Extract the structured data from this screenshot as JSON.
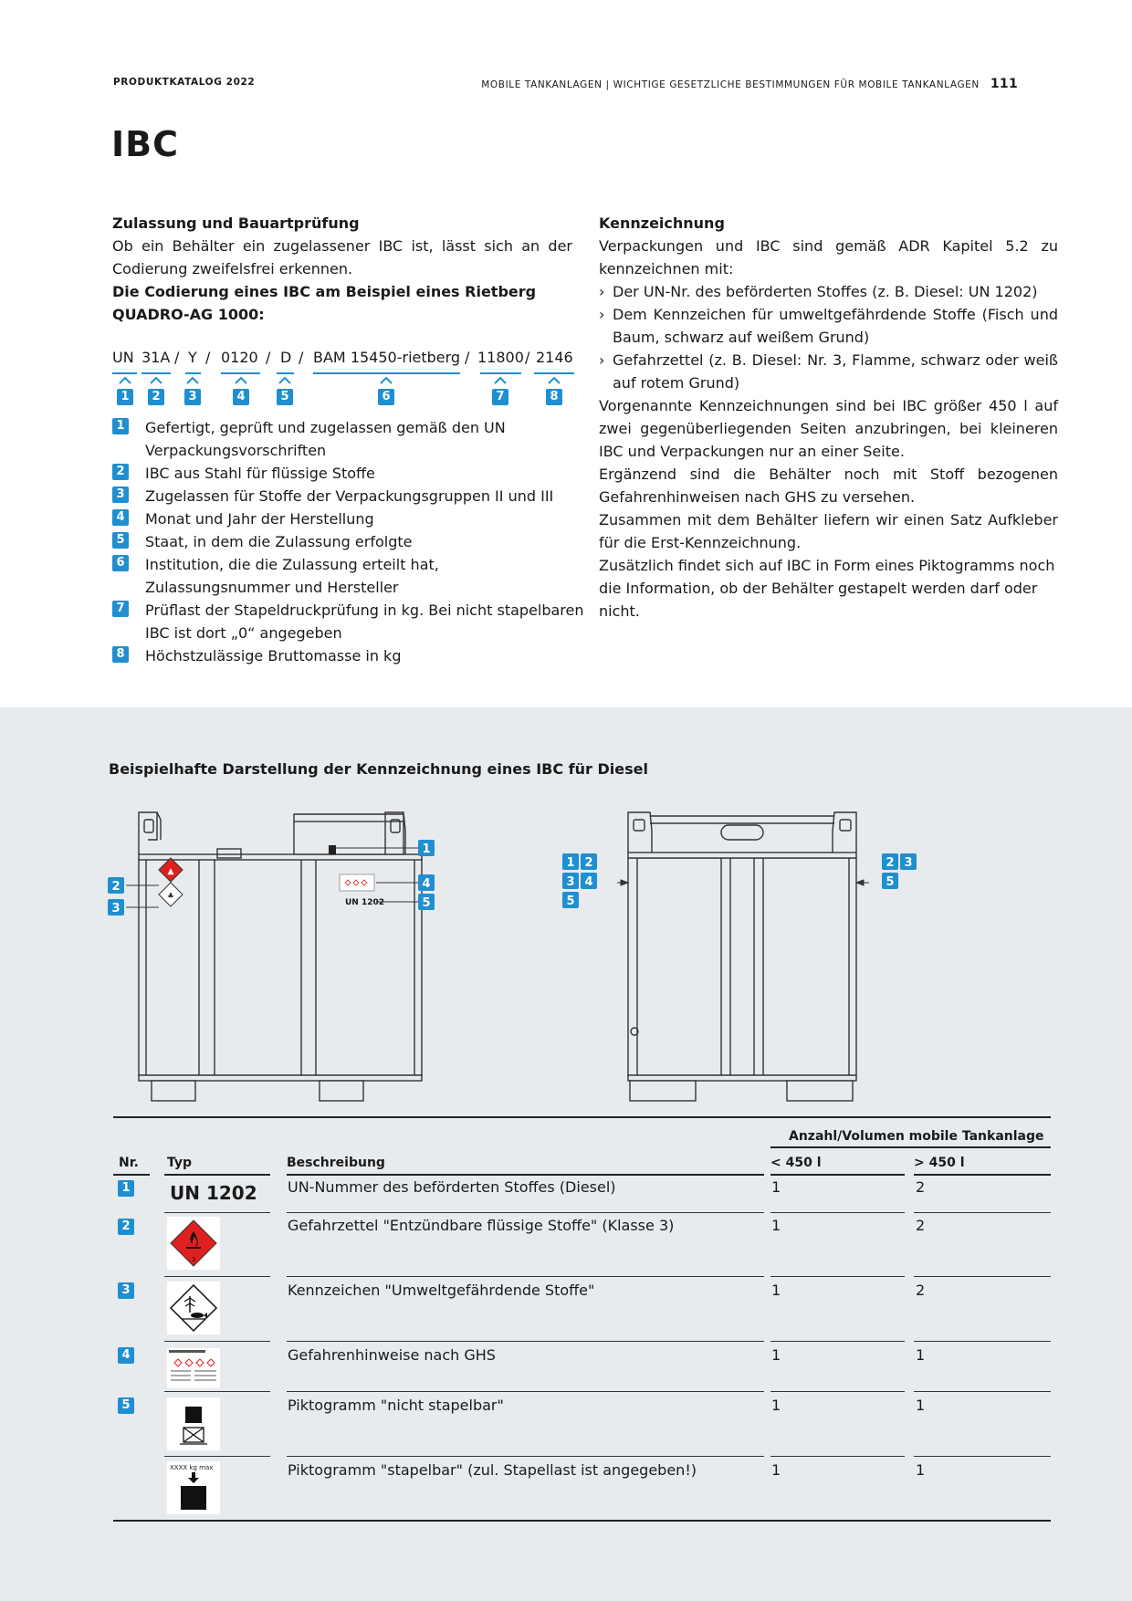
{
  "header": {
    "left": "PRODUKTKATALOG 2022",
    "right": "MOBILE TANKANLAGEN | WICHTIGE GESETZLICHE BESTIMMUNGEN FÜR MOBILE TANKANLAGEN",
    "page_number": "111"
  },
  "title": "IBC",
  "left_col": {
    "heading": "Zulassung und Bauartprüfung",
    "intro": "Ob ein Behälter ein zugelassener IBC ist, lässt sich an der Codierung zweifelsfrei erkennen.",
    "subheading": "Die Codierung eines IBC am Beispiel eines Rietberg QUADRO-AG 1000:",
    "code_segments": [
      "UN",
      "31A",
      "Y",
      "0120",
      "D",
      "BAM 15450-rietberg",
      "11800",
      "2146"
    ],
    "code_sep": "/",
    "badges": [
      "1",
      "2",
      "3",
      "4",
      "5",
      "6",
      "7",
      "8"
    ],
    "legend": [
      {
        "n": "1",
        "text": "Gefertigt, geprüft und zugelassen gemäß den UN Verpackungsvorschriften"
      },
      {
        "n": "2",
        "text": "IBC aus Stahl für flüssige Stoffe"
      },
      {
        "n": "3",
        "text": "Zugelassen für Stoffe der Verpackungsgruppen II und III"
      },
      {
        "n": "4",
        "text": "Monat und Jahr der Herstellung"
      },
      {
        "n": "5",
        "text": "Staat, in dem die Zulassung erfolgte"
      },
      {
        "n": "6",
        "text": "Institution, die die Zulassung erteilt hat, Zulassungsnummer und Hersteller"
      },
      {
        "n": "7",
        "text": "Prüflast der Stapeldruckprüfung in kg. Bei nicht stapelbaren IBC ist dort „0“ angegeben"
      },
      {
        "n": "8",
        "text": "Höchstzulässige Bruttomasse in kg"
      }
    ]
  },
  "right_col": {
    "heading": "Kennzeichnung",
    "intro": "Verpackungen und IBC sind gemäß ADR Kapitel 5.2 zu kennzeichnen mit:",
    "bullets": [
      "Der UN-Nr. des beförderten Stoffes (z. B. Diesel: UN 1202)",
      "Dem Kennzeichen für umweltgefährdende Stoffe (Fisch und Baum, schwarz auf weißem Grund)",
      "Gefahrzettel (z. B. Diesel: Nr. 3, Flamme, schwarz oder weiß auf rotem Grund)"
    ],
    "paragraphs": [
      "Vorgenannte Kennzeichnungen sind bei IBC größer 450 l auf zwei gegenüberliegenden Seiten anzubringen, bei kleineren IBC und Verpackungen nur an einer Seite.",
      "Ergänzend sind die Behälter noch mit Stoff bezogenen Gefahrenhinweisen nach GHS zu versehen.",
      "Zusammen mit dem Behälter liefern wir einen Satz Aufkleber für die Erst-Kennzeichnung.",
      "Zusätzlich findet sich auf IBC in Form eines Piktogramms noch die Information, ob der Behälter gestapelt werden darf oder nicht."
    ]
  },
  "example": {
    "title": "Beispielhafte Darstellung der Kennzeichnung eines IBC für Diesel",
    "drawing_label": "UN 1202",
    "left_callouts": [
      "1",
      "2",
      "3",
      "4",
      "5"
    ],
    "right_callouts_left": [
      "1",
      "2",
      "3",
      "4",
      "5"
    ],
    "right_callouts_right": [
      "2",
      "3",
      "5"
    ]
  },
  "table": {
    "group_header": "Anzahl/Volumen mobile Tankanlage",
    "columns": [
      "Nr.",
      "Typ",
      "Beschreibung",
      "< 450 l",
      "> 450 l"
    ],
    "rows": [
      {
        "nr": "1",
        "typ": "UN 1202",
        "pic": "un-number",
        "desc": "UN-Nummer des beförderten Stoffes (Diesel)",
        "small": "1",
        "large": "2"
      },
      {
        "nr": "2",
        "typ": "",
        "pic": "flammable-label-icon",
        "desc": "Gefahrzettel \"Entzündbare flüssige Stoffe\" (Klasse 3)",
        "small": "1",
        "large": "2"
      },
      {
        "nr": "3",
        "typ": "",
        "pic": "environment-hazard-icon",
        "desc": "Kennzeichen \"Umweltgefährdende Stoffe\"",
        "small": "1",
        "large": "2"
      },
      {
        "nr": "4",
        "typ": "",
        "pic": "ghs-label-icon",
        "desc": "Gefahrenhinweise nach GHS",
        "small": "1",
        "large": "1"
      },
      {
        "nr": "5",
        "typ": "",
        "pic": "not-stackable-icon",
        "desc": "Piktogramm \"nicht stapelbar\"",
        "small": "1",
        "large": "1"
      },
      {
        "nr": "",
        "typ": "XXXX kg max",
        "pic": "stackable-icon",
        "desc": "Piktogramm \"stapelbar\" (zul. Stapellast ist angegeben!)",
        "small": "1",
        "large": "1"
      }
    ]
  },
  "colors": {
    "accent": "#1f8fd1",
    "grey_bg": "#e8ebee",
    "hazard_red": "#e02020"
  }
}
